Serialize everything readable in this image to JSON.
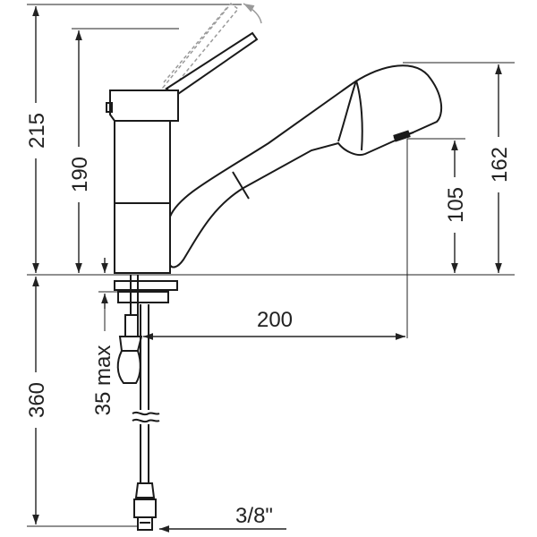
{
  "dimensions": {
    "total_height": "215",
    "body_height": "190",
    "spout_outer_height": "162",
    "spout_inner_height": "105",
    "reach": "200",
    "below_deck_length": "360",
    "deck_thickness": "35 max",
    "hose_thread": "3/8\""
  },
  "colors": {
    "line": "#222222",
    "ghost": "#9a9a9a"
  }
}
